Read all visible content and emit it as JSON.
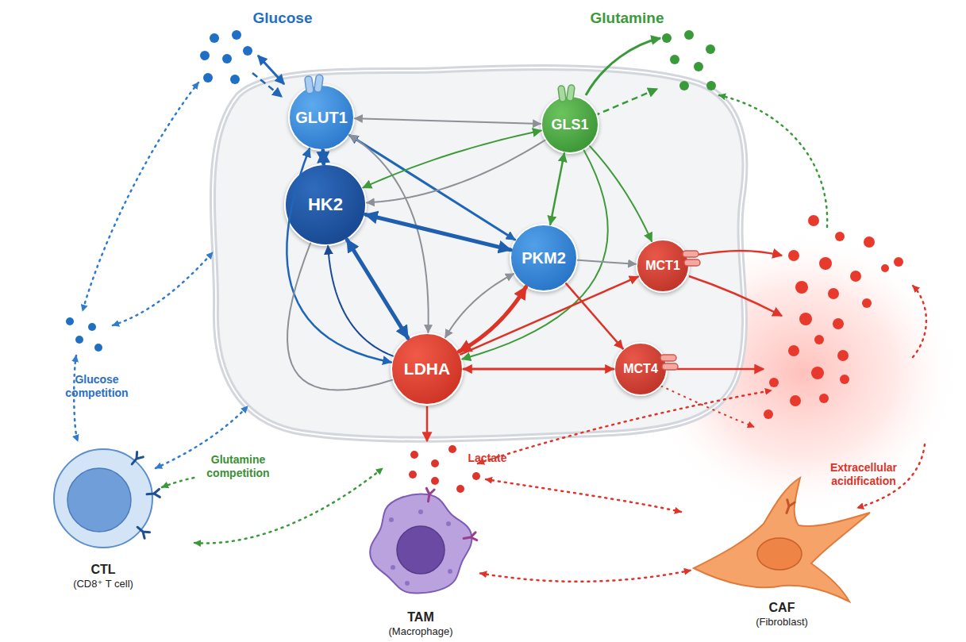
{
  "diagram": {
    "nodes": [
      {
        "text": [
          "GLUT1"
        ]
      },
      {
        "text": [
          "GLS1"
        ]
      },
      {
        "text": [
          "HK2"
        ]
      },
      {
        "text": [
          "PKM2"
        ]
      },
      {
        "text": [
          "MCT1"
        ]
      },
      {
        "text": [
          "LDHA"
        ]
      },
      {
        "text": [
          "MCT4"
        ]
      },
      {
        "text": [
          "CTL",
          "(CD8⁺ T cell)"
        ]
      },
      {
        "text": [
          "TAM",
          "(Macrophage)"
        ]
      },
      {
        "text": [
          "CAF",
          "(Fibroblast)"
        ]
      }
    ],
    "edges": [
      {
        "from": 0,
        "to": 2,
        "arrow": "both"
      },
      {
        "from": 0,
        "to": 1,
        "arrow": "both"
      },
      {
        "from": 0,
        "to": 3,
        "arrow": "both"
      },
      {
        "from": 0,
        "to": 5,
        "arrow": "both"
      },
      {
        "from": 0,
        "to": 5,
        "arrow": "both"
      },
      {
        "from": 1,
        "to": 2,
        "arrow": "both"
      },
      {
        "from": 1,
        "to": 2,
        "arrow": "to"
      },
      {
        "from": 1,
        "to": 3,
        "arrow": "both"
      },
      {
        "from": 1,
        "to": 4,
        "arrow": "to"
      },
      {
        "from": 1,
        "to": 5,
        "arrow": "to"
      },
      {
        "from": 2,
        "to": 3,
        "arrow": "both"
      },
      {
        "from": 2,
        "to": 5,
        "arrow": "both"
      },
      {
        "from": 5,
        "to": 2,
        "arrow": "to"
      },
      {
        "from": 5,
        "to": 2,
        "arrow": "none"
      },
      {
        "from": 3,
        "to": 5,
        "arrow": "both"
      },
      {
        "from": 3,
        "to": 5,
        "arrow": "both"
      },
      {
        "from": 3,
        "to": 4,
        "arrow": "to"
      },
      {
        "from": 3,
        "to": 6,
        "arrow": "to"
      },
      {
        "from": 5,
        "to": 4,
        "arrow": "to"
      },
      {
        "from": 5,
        "to": 6,
        "arrow": "both"
      },
      {
        "from": 8,
        "to": 9,
        "arrow": "both"
      }
    ],
    "labels": [
      "Glucose",
      "Glutamine",
      "Glucose competition",
      "Glutamine competition",
      "Lactate",
      "Extracellular acidification"
    ]
  }
}
